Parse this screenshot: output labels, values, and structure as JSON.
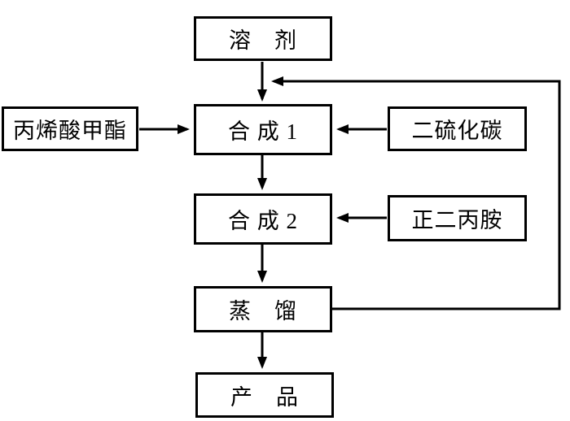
{
  "diagram": {
    "type": "flowchart",
    "nodes": {
      "solvent": {
        "label": "溶　剂"
      },
      "methyl_acrylate": {
        "label": "丙烯酸甲酯"
      },
      "synthesis1": {
        "label": "合 成 1"
      },
      "carbon_disulfide": {
        "label": "二硫化碳"
      },
      "synthesis2": {
        "label": "合 成 2"
      },
      "di_n_propylamine": {
        "label": "正二丙胺"
      },
      "distillation": {
        "label": "蒸　馏"
      },
      "product": {
        "label": "产　品"
      }
    },
    "edges": [
      {
        "from": "solvent",
        "to": "synthesis1"
      },
      {
        "from": "methyl_acrylate",
        "to": "synthesis1"
      },
      {
        "from": "carbon_disulfide",
        "to": "synthesis1"
      },
      {
        "from": "synthesis1",
        "to": "synthesis2"
      },
      {
        "from": "di_n_propylamine",
        "to": "synthesis2"
      },
      {
        "from": "synthesis2",
        "to": "distillation"
      },
      {
        "from": "distillation",
        "to": "product"
      },
      {
        "from": "distillation",
        "to": "synthesis1",
        "recycle": true
      }
    ],
    "colors": {
      "line": "#000000",
      "box_border": "#000000",
      "background": "#ffffff",
      "text": "#000000"
    }
  }
}
